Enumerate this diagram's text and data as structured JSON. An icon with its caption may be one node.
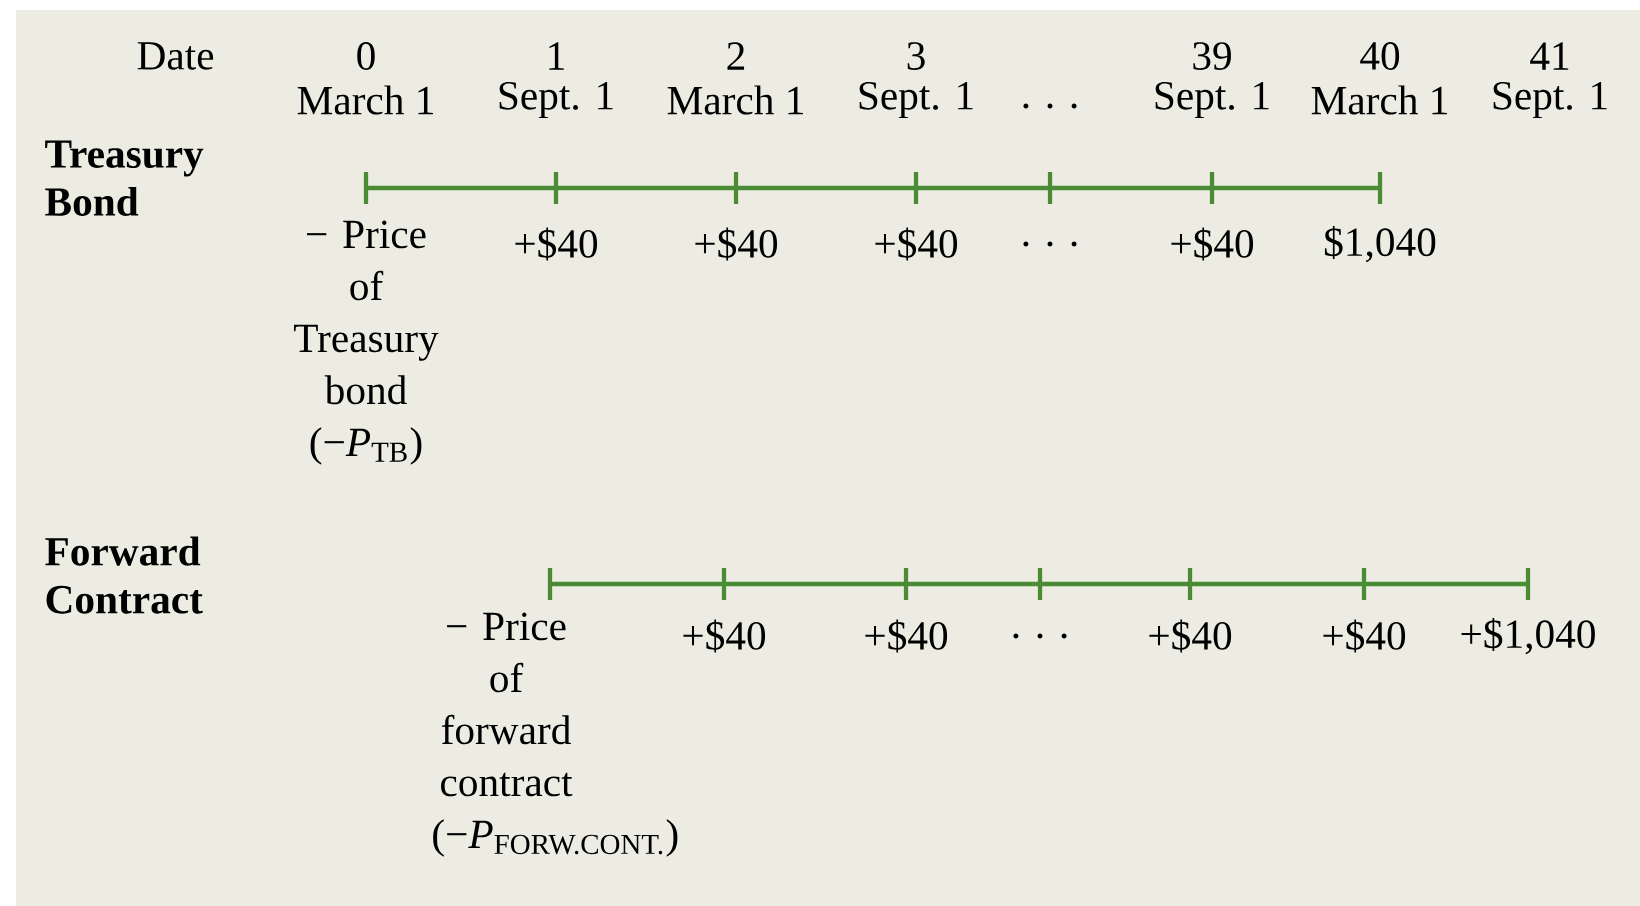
{
  "diagram": {
    "labels": [
      "Date",
      "0",
      "March 1",
      "1",
      "Sept. 1",
      "2",
      "March 1",
      "3",
      "Sept. 1",
      ". . .",
      "39",
      "Sept. 1",
      "40",
      "March 1",
      "41",
      "Sept. 1",
      "Treasury Bond",
      "− Price of Treasury bond (−*P*$_{TB}$)",
      "+$40",
      "+$40",
      "+$40",
      ". . .",
      "+$40",
      "$1,040",
      "Forward Contract",
      "− Price of forward contract (−*P*$_{FORW.CONT.}$)",
      "+$40",
      "+$40",
      ". . .",
      "+$40",
      "+$40",
      "+$1,040"
    ]
  }
}
